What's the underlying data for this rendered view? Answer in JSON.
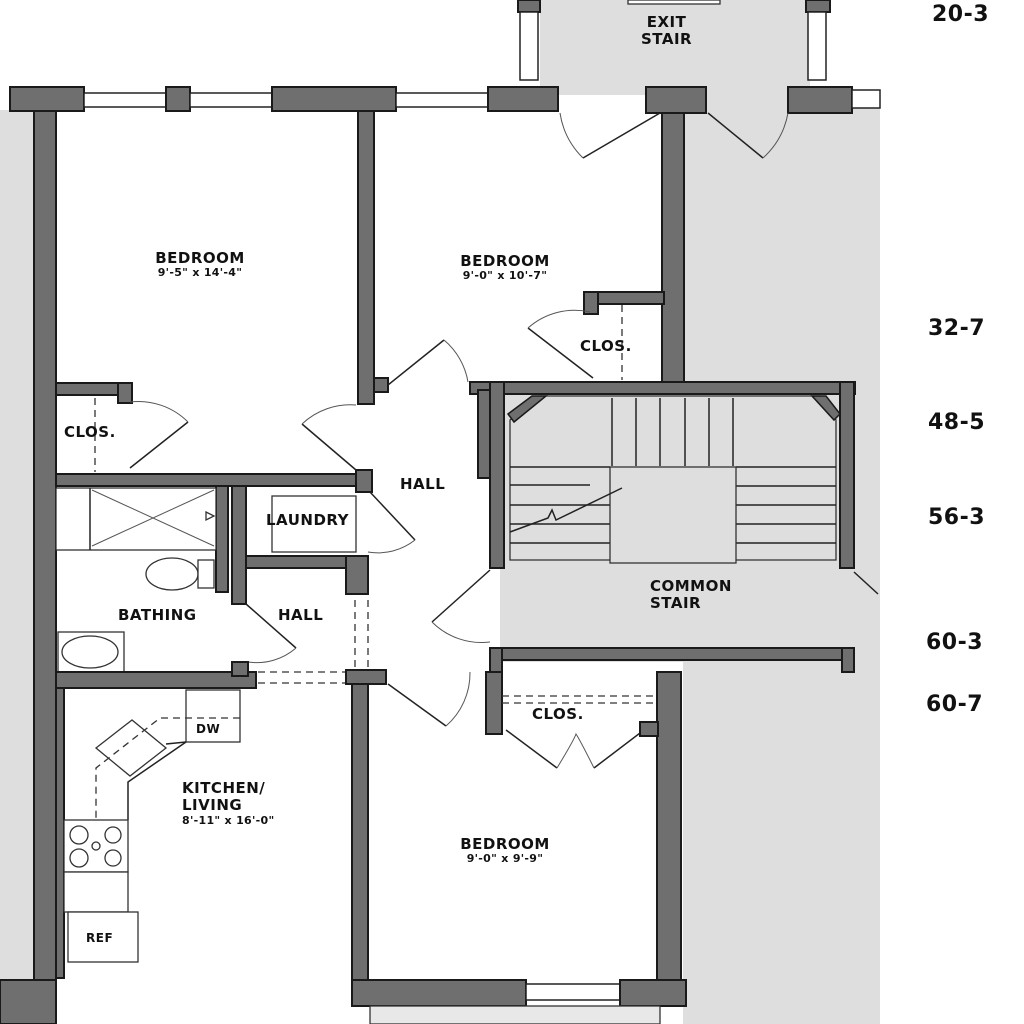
{
  "plan": {
    "rooms": {
      "bedroom_nw": {
        "name": "BEDROOM",
        "dim": "9'-5\" x 14'-4\""
      },
      "bedroom_ne": {
        "name": "BEDROOM",
        "dim": "9'-0\" x 10'-7\""
      },
      "bedroom_s": {
        "name": "BEDROOM",
        "dim": "9'-0\" x 9'-9\""
      },
      "kitchen": {
        "name_line1": "KITCHEN/",
        "name_line2": "LIVING",
        "dim": "8'-11\" x 16'-0\""
      },
      "closet_w": {
        "name": "CLOS."
      },
      "closet_ne": {
        "name": "CLOS."
      },
      "closet_s": {
        "name": "CLOS."
      },
      "hall_main": {
        "name": "HALL"
      },
      "hall_small": {
        "name": "HALL"
      },
      "laundry": {
        "name": "LAUNDRY"
      },
      "bathing": {
        "name": "BATHING"
      },
      "exit_stair": {
        "line1": "EXIT",
        "line2": "STAIR"
      },
      "common_stair": {
        "line1": "COMMON",
        "line2": "STAIR"
      }
    },
    "appliances": {
      "dishwasher": "DW",
      "refrigerator": "REF"
    },
    "elevations": [
      "20-3",
      "32-7",
      "48-5",
      "56-3",
      "60-3",
      "60-7"
    ],
    "colors": {
      "wall": "#6f6f6f",
      "common_area": "#dedede",
      "outline": "#1a1a1a"
    }
  }
}
